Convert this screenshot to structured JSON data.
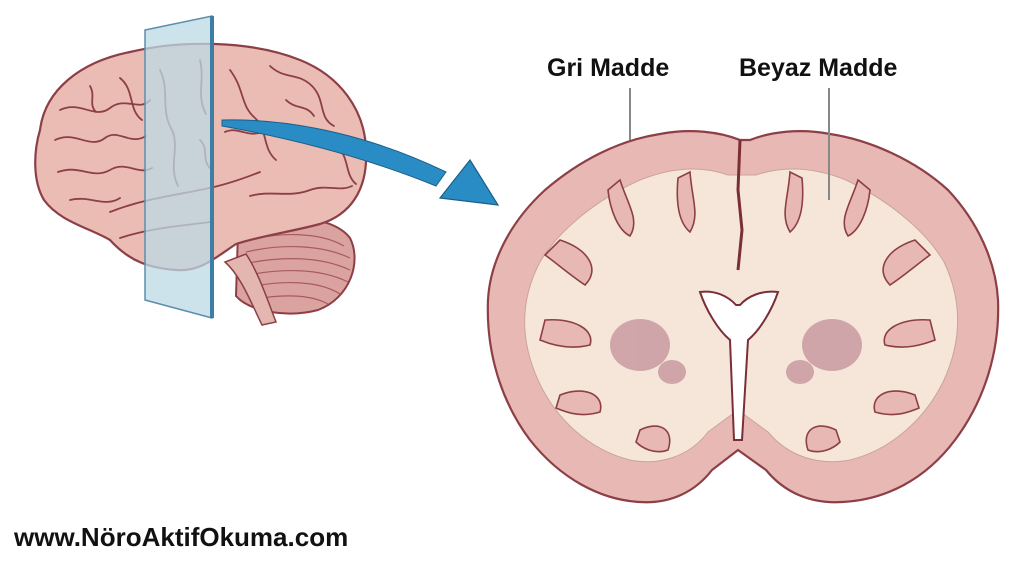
{
  "labels": {
    "gray_matter": "Gri Madde",
    "white_matter": "Beyaz Madde"
  },
  "watermark": "www.NöroAktifOkuma.com",
  "figure": {
    "left_panel": "lateral-brain-with-coronal-plane",
    "right_panel": "coronal-brain-section",
    "connector": "arrow-icon"
  },
  "colors": {
    "gray_matter": "#e8b8b4",
    "white_matter": "#f6e6da",
    "sulcus_outline": "#8c3f46",
    "plane": "#bcd9e6",
    "plane_edge": "#4a86a8",
    "arrow": "#2a8cc4",
    "basal_ganglia": "#c99aa2",
    "ventricle": "#ffffff"
  }
}
